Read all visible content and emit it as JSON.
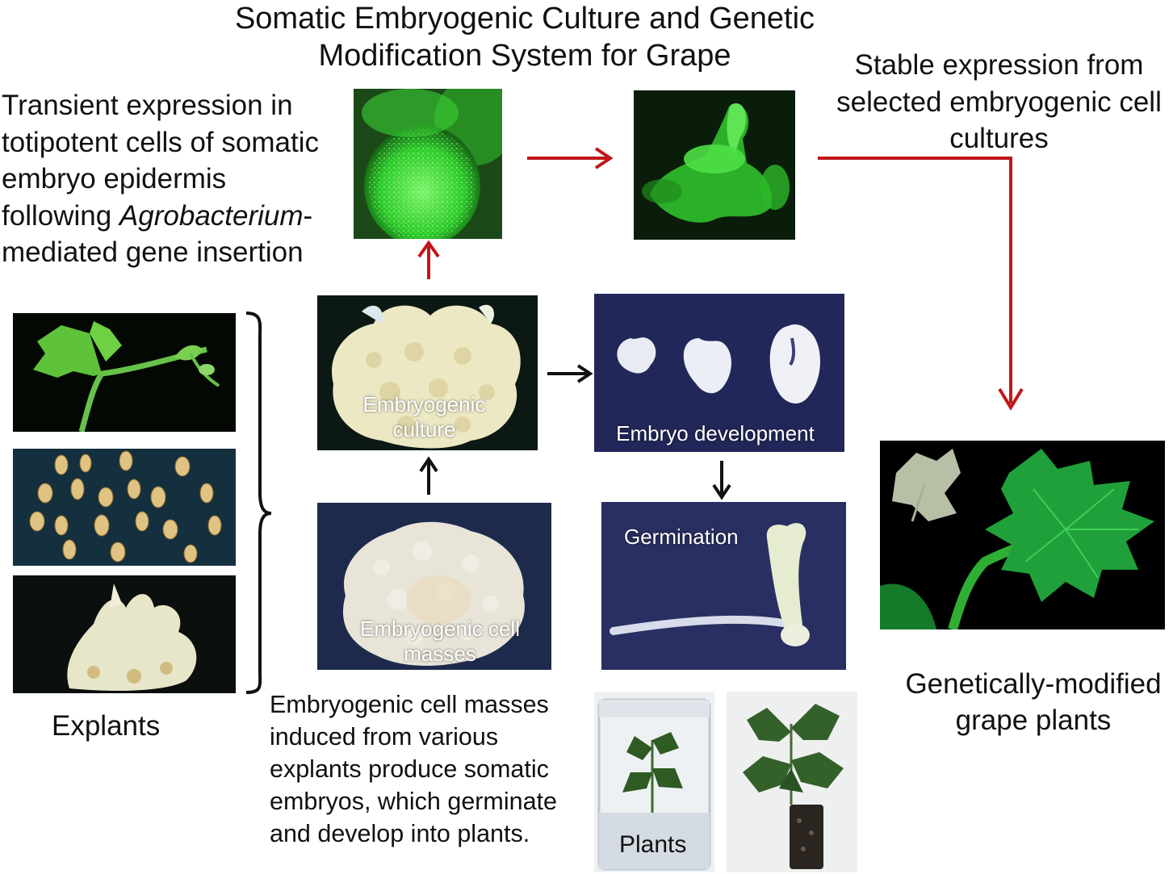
{
  "title": {
    "line1": "Somatic Embryogenic Culture and Genetic",
    "line2": "Modification System for Grape"
  },
  "transient": {
    "lines": [
      "Transient expression in",
      "totipotent cells of somatic",
      "embryo epidermis"
    ],
    "line4_prefix": "following ",
    "line4_italic": "Agrobacterium",
    "line4_suffix": "-",
    "line5": "mediated gene insertion"
  },
  "stable": {
    "lines": [
      "Stable expression from",
      "selected embryogenic cell",
      "cultures"
    ]
  },
  "labels": {
    "embryogenic_culture": [
      "Embryogenic",
      "culture"
    ],
    "embryo_development": "Embryo development",
    "embryogenic_cell_masses": [
      "Embryogenic cell",
      "masses"
    ],
    "germination": "Germination",
    "plants": "Plants",
    "explants": "Explants"
  },
  "description": [
    "Embryogenic cell masses",
    "induced from various",
    "explants produce somatic",
    "embryos, which germinate",
    "and develop into plants."
  ],
  "gm_plants": [
    "Genetically-modified",
    "grape plants"
  ],
  "colors": {
    "red_arrow": "#c0161b",
    "black_arrow": "#111111",
    "gfp_green": "#3fe03a",
    "dark_bg": "#0d1a12",
    "navy_bg": "#1f2455"
  }
}
